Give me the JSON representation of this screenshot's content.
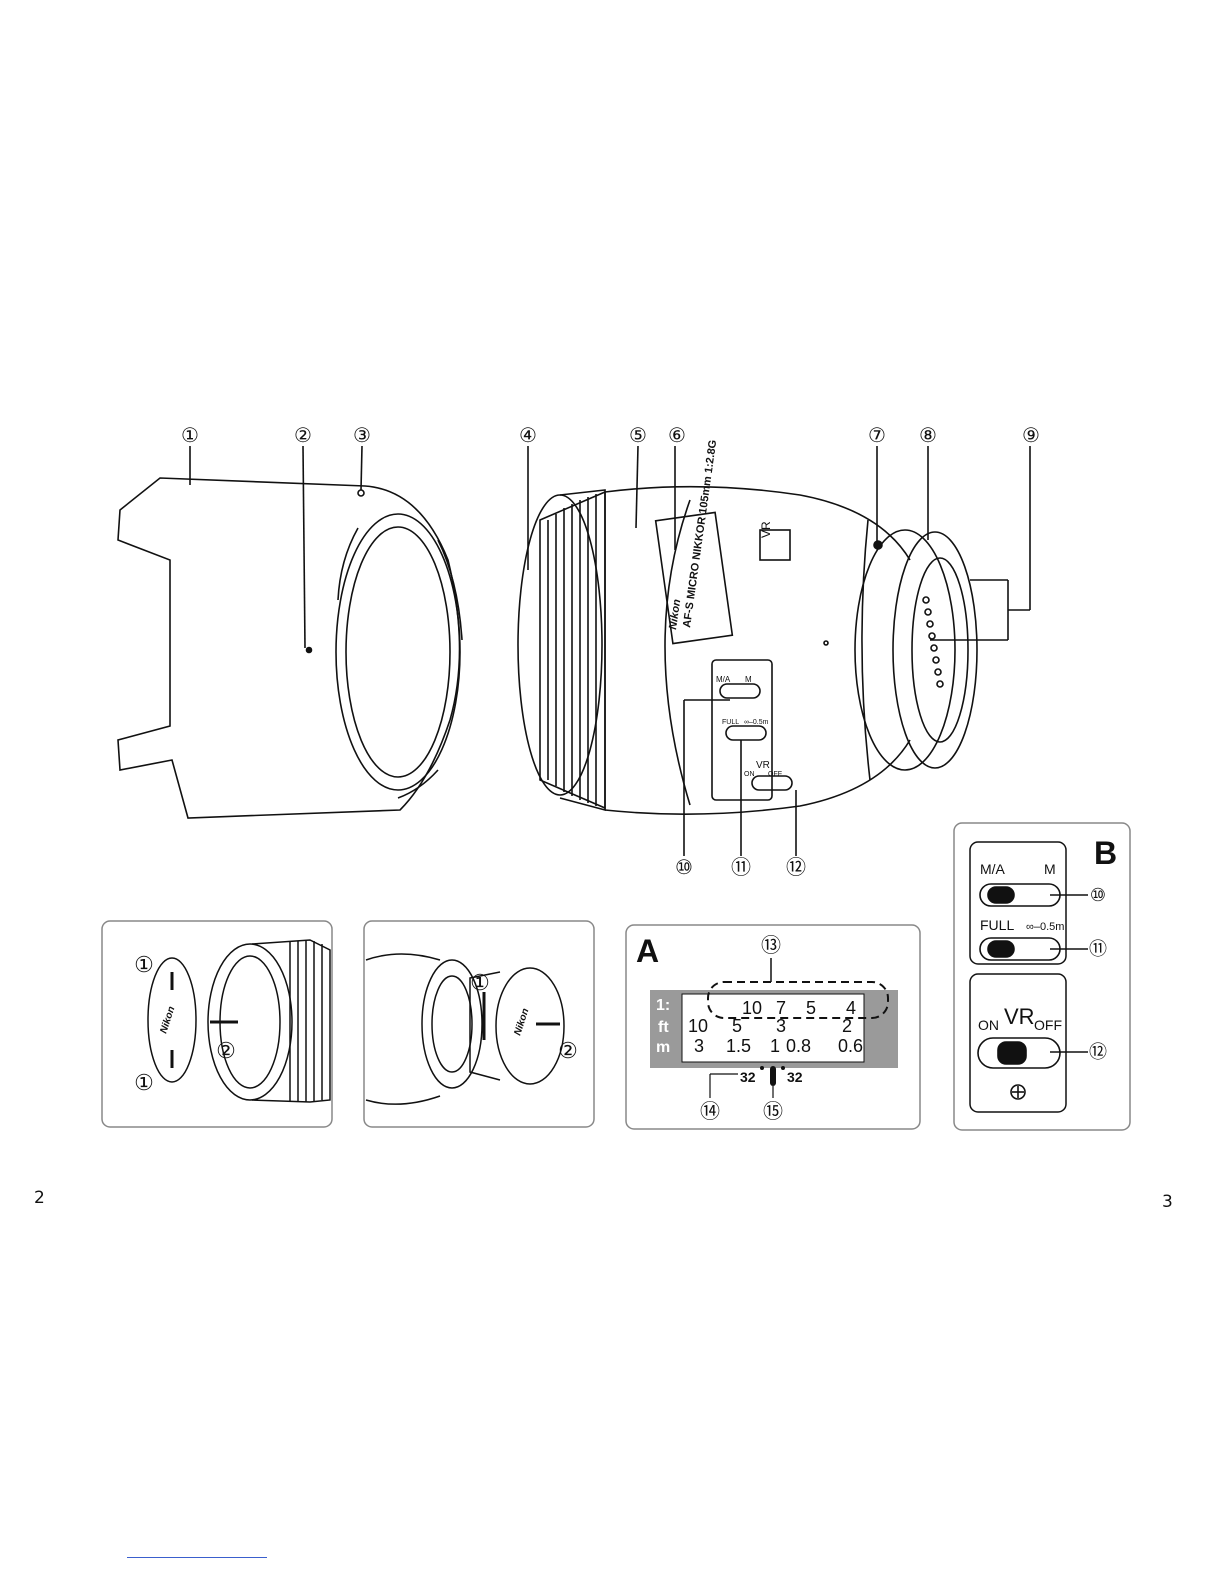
{
  "page_numbers": {
    "left": "2",
    "right": "3"
  },
  "callouts": {
    "c1": "①",
    "c2": "②",
    "c3": "③",
    "c4": "④",
    "c5": "⑤",
    "c6": "⑥",
    "c7": "⑦",
    "c8": "⑧",
    "c9": "⑨",
    "c10": "⑩",
    "c11": "⑪",
    "c12": "⑫",
    "c13": "⑬",
    "c14": "⑭",
    "c15": "⑮"
  },
  "lens": {
    "brand": "Nikon",
    "model": "AF-S MICRO NIKKOR 105mm 1:2.8G",
    "vr_badge": "VR",
    "switch_ma": "M/A",
    "switch_m": "M",
    "switch_full": "FULL",
    "switch_range": "∞–0.5m",
    "switch_vr": "VR",
    "switch_on": "ON",
    "switch_off": "OFF"
  },
  "cap_panels": {
    "front_cap_brand": "Nikon",
    "rear_cap_brand": "Nikon",
    "step1": "①",
    "step2": "②"
  },
  "panel_a": {
    "letter": "A",
    "row_labels": [
      "1:",
      "ft",
      "m"
    ],
    "row_ratio": [
      "10",
      "7",
      "5",
      "4"
    ],
    "row_ft": [
      "10",
      "5",
      "3",
      "2"
    ],
    "row_m": [
      "3",
      "1.5",
      "1",
      "0.8",
      "0.6"
    ],
    "aperture_left": "32",
    "aperture_right": "32"
  },
  "panel_b": {
    "letter": "B",
    "ma": "M/A",
    "m": "M",
    "full": "FULL",
    "range": "∞–0.5m",
    "vr": "VR",
    "on": "ON",
    "off": "OFF"
  },
  "colors": {
    "line": "#111111",
    "panel_border": "#888888",
    "scale_bg": "#9a9a9a",
    "rule": "#3a5fcd"
  }
}
